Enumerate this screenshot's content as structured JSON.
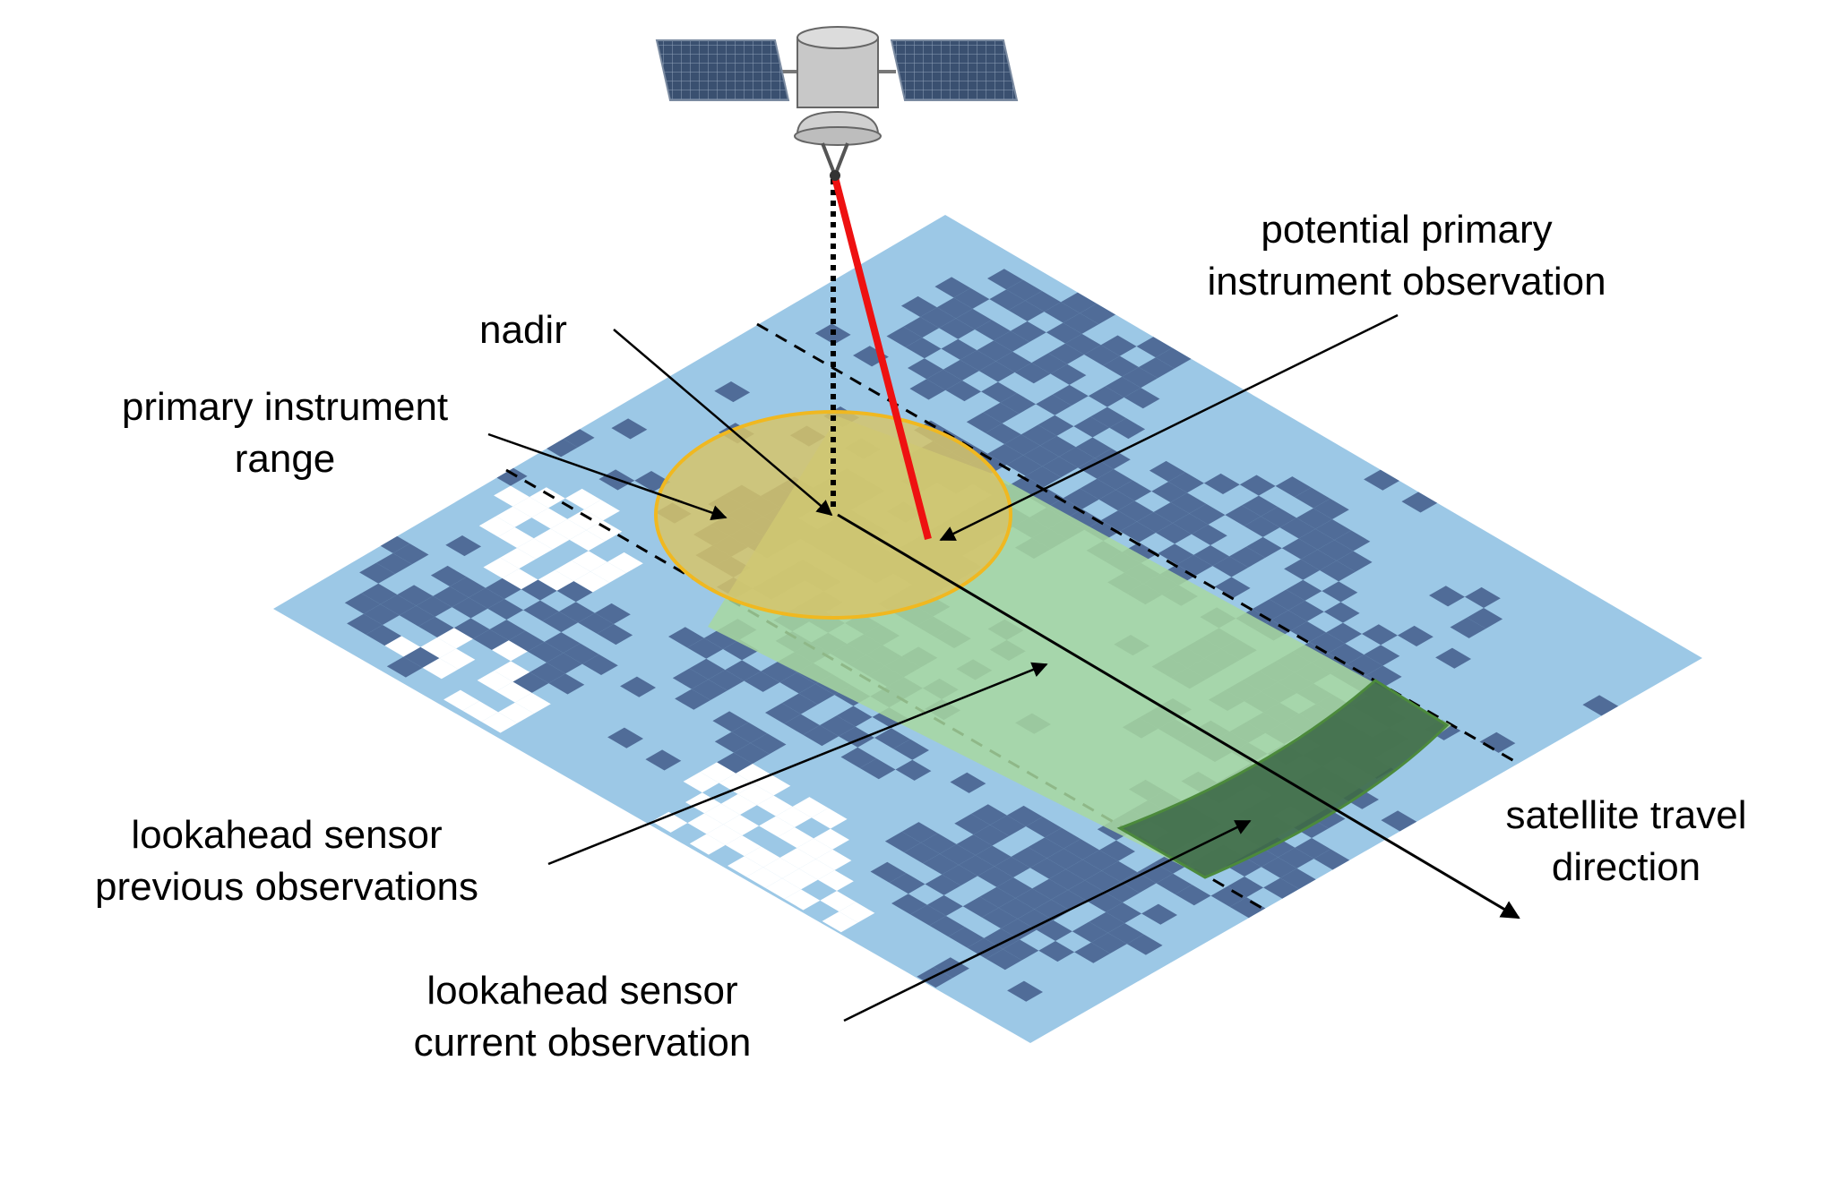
{
  "labels": {
    "nadir": "nadir",
    "primary_range": [
      "primary instrument",
      "range"
    ],
    "potential_obs": [
      "potential primary",
      "instrument observation"
    ],
    "lookahead_prev": [
      "lookahead sensor",
      "previous observations"
    ],
    "lookahead_curr": [
      "lookahead sensor",
      "current observation"
    ],
    "travel_dir": [
      "satellite travel",
      "direction"
    ]
  },
  "colors": {
    "ground_light": "#9cc8e6",
    "ground_dark": "#506c98",
    "ground_clear": "#ffffff",
    "primary_range_fill": "#d6c46a",
    "primary_range_stroke": "#f0b820",
    "lookahead_previous_fill": "#a8d8a0",
    "lookahead_current_fill": "#3e6a48",
    "pointing_line": "#ee1111",
    "satellite_body": "#c8c8c8",
    "solar_panel": "#3a5070"
  }
}
